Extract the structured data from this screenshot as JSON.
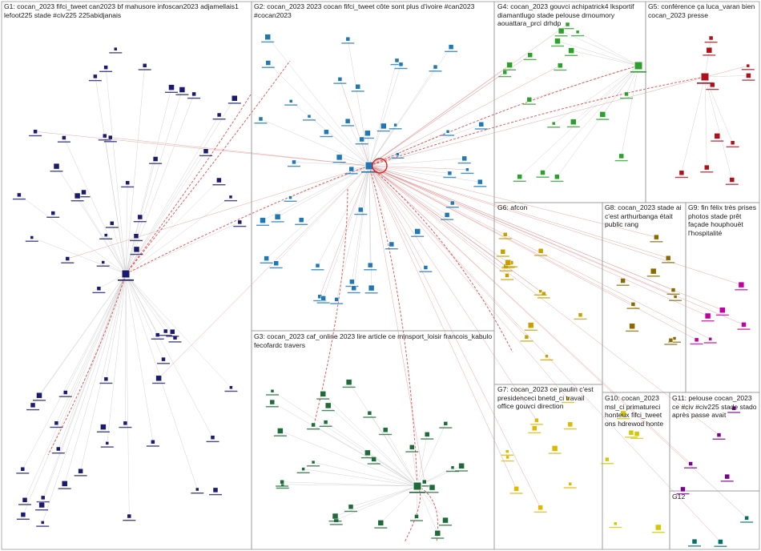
{
  "groups": [
    {
      "id": "G1",
      "label": "G1: cocan_2023 fifci_tweet can2023 bf mahusore infoscan2023 adjamellais1 lefoot225 stade #civ225 225abidjanais",
      "color": "#1a1a6e"
    },
    {
      "id": "G2",
      "label": "G2: cocan_2023 2023 cocan fifci_tweet côte sont plus d'ivoire #can2023 #cocan2023",
      "color": "#1f77b4"
    },
    {
      "id": "G3",
      "label": "G3: cocan_2023 caf_online 2023 lire article ce minsport_loisir francois_kabulo fecofardc travers",
      "color": "#1e6b3a"
    },
    {
      "id": "G4",
      "label": "G4: cocan_2023 gouvci achipatrick4 lksportif diamantlugo stade pelouse drnoumory aouattara_prci drhdp",
      "color": "#2ca02c"
    },
    {
      "id": "G5",
      "label": "G5: conférence ça luca_varan bien cocan_2023 presse",
      "color": "#b0101c"
    },
    {
      "id": "G6",
      "label": "G6: afcon",
      "color": "#c8a000"
    },
    {
      "id": "G7",
      "label": "G7: cocan_2023 ce paulin c'est presidenceci bnetd_ci travail office gouvci direction",
      "color": "#e0b800"
    },
    {
      "id": "G8",
      "label": "G8: cocan_2023 stade ai c'est arthurbanga était public rang",
      "color": "#8a6a00"
    },
    {
      "id": "G9",
      "label": "G9: fin félix très prises photos stade prêt façade houphouët l'hospitalité",
      "color": "#c000a0"
    },
    {
      "id": "G10",
      "label": "G10: cocan_2023 msl_ci primatureci honteux fifci_tweet ons hdrewod honte",
      "color": "#d4c800"
    },
    {
      "id": "G11",
      "label": "G11: pelouse cocan_2023 ce #civ #civ225 stade stado après passe avait",
      "color": "#7a0090"
    },
    {
      "id": "G12",
      "label": "G12",
      "color": "#00706a"
    }
  ]
}
